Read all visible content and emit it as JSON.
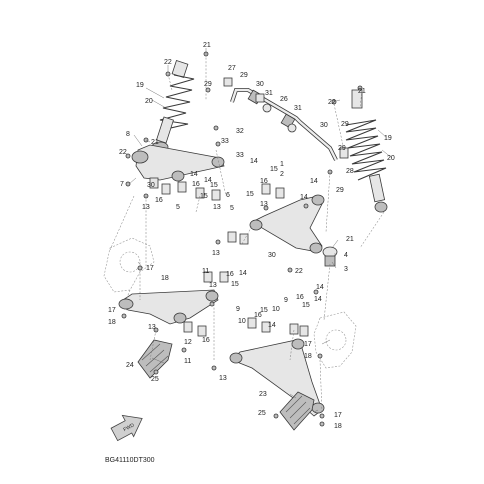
{
  "diagram_code": "BG41110DT300",
  "front_arrow_label": "FWD",
  "callouts": {
    "c21a": "21",
    "c22a": "22",
    "c19a": "19",
    "c20a": "20",
    "c29a": "29",
    "c27": "27",
    "c29b": "29",
    "c30a": "30",
    "c31a": "31",
    "c26": "26",
    "c31b": "31",
    "c32": "32",
    "c33a": "33",
    "c33b": "33",
    "c22b": "22",
    "c21b": "21",
    "c29c": "29",
    "c30b": "30",
    "c29d": "29",
    "c19b": "19",
    "c20b": "20",
    "c28": "28",
    "c8": "8",
    "c21c": "21",
    "c22c": "22",
    "c7": "7",
    "c30c": "30",
    "c16a": "16",
    "c14a": "14",
    "c14b": "14",
    "c13a": "13",
    "c16b": "16",
    "c15a": "15",
    "c5a": "5",
    "c5b": "5",
    "c6": "6",
    "c15b": "15",
    "c13b": "13",
    "c14c": "14",
    "c15c": "15",
    "c1": "1",
    "c2": "2",
    "c16c": "16",
    "c14d": "14",
    "c29e": "29",
    "c15d": "15",
    "c13c": "13",
    "c14e": "14",
    "c21d": "21",
    "c4": "4",
    "c13d": "13",
    "c30d": "30",
    "c22d": "22",
    "c3": "3",
    "c17a": "17",
    "c18a": "18",
    "c11a": "11",
    "c16d": "16",
    "c14f": "14",
    "c15e": "15",
    "c13e": "13",
    "c14g": "14",
    "c17b": "17",
    "c18b": "18",
    "c13f": "13",
    "c9": "9",
    "c10a": "10",
    "c15f": "15",
    "c16e": "16",
    "c14h": "14",
    "c9b": "9",
    "c10b": "10",
    "c16f": "16",
    "c15g": "15",
    "c14i": "14",
    "c12": "12",
    "c11b": "11",
    "c16g": "16",
    "c24": "24",
    "c25a": "25",
    "c17c": "17",
    "c18c": "18",
    "c13g": "13",
    "c23": "23",
    "c25b": "25",
    "c17d": "17",
    "c18d": "18"
  }
}
